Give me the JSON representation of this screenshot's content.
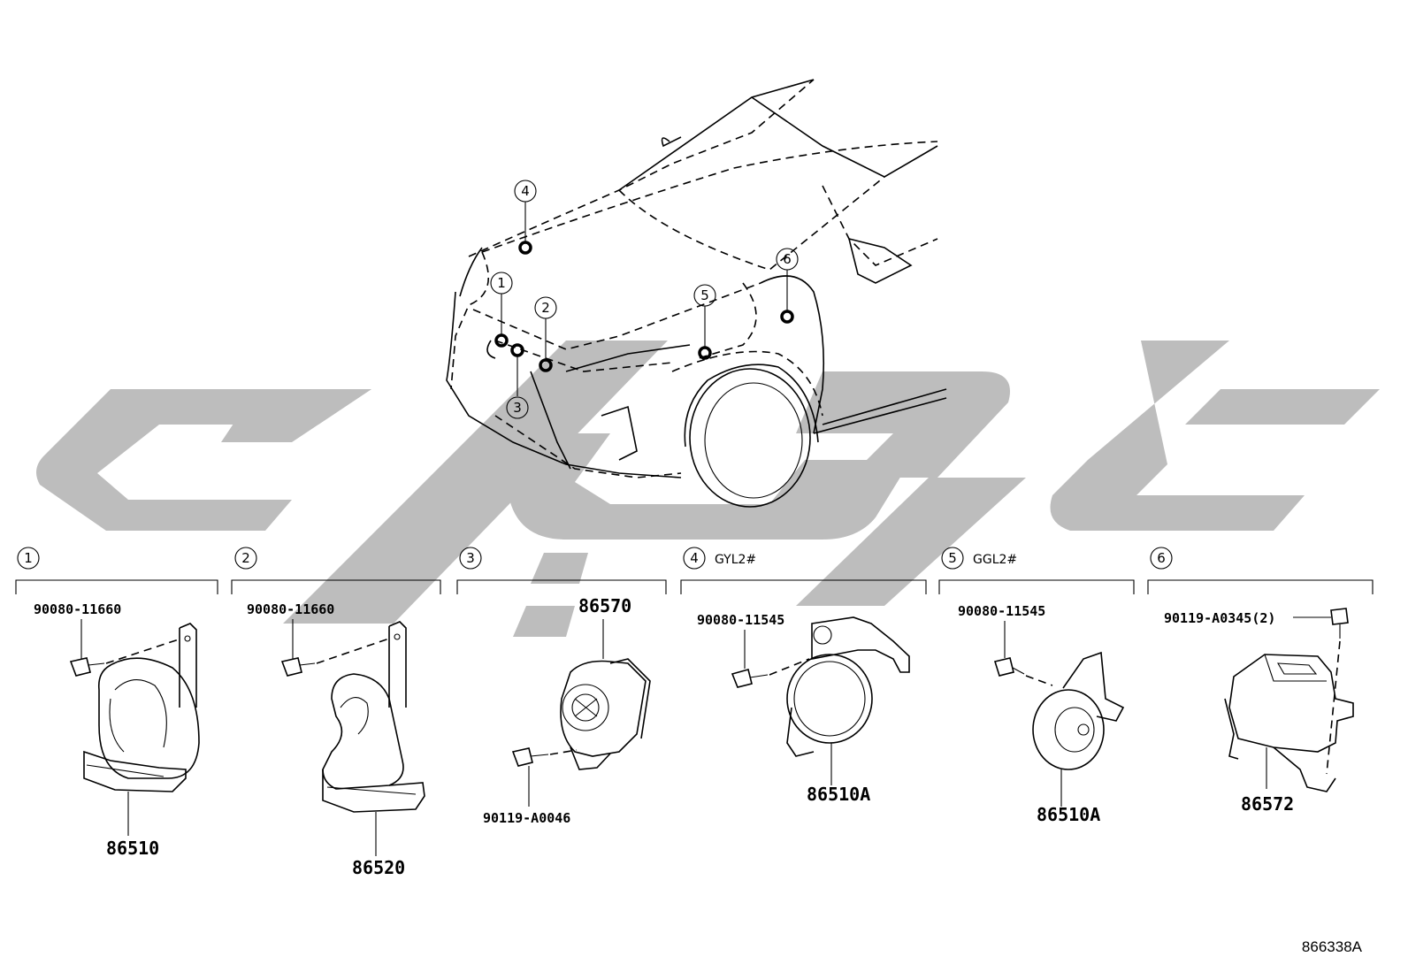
{
  "diagram_ref": "866338A",
  "callouts": [
    {
      "id": "callout-1",
      "num": "1"
    },
    {
      "id": "callout-2",
      "num": "2"
    },
    {
      "id": "callout-3",
      "num": "3"
    },
    {
      "id": "callout-4",
      "num": "4"
    },
    {
      "id": "callout-5",
      "num": "5"
    },
    {
      "id": "callout-6",
      "num": "6"
    }
  ],
  "groups": [
    {
      "num": "1",
      "condition": "",
      "bolt": "90080-11660",
      "part": "86510"
    },
    {
      "num": "2",
      "condition": "",
      "bolt": "90080-11660",
      "part": "86520"
    },
    {
      "num": "3",
      "condition": "",
      "bolt": "90119-A0046",
      "part": "86570"
    },
    {
      "num": "4",
      "condition": "GYL2#",
      "bolt": "90080-11545",
      "part": "86510A"
    },
    {
      "num": "5",
      "condition": "GGL2#",
      "bolt": "90080-11545",
      "part": "86510A"
    },
    {
      "num": "6",
      "condition": "",
      "bolt": "90119-A0345(2)",
      "part": "86572"
    }
  ]
}
